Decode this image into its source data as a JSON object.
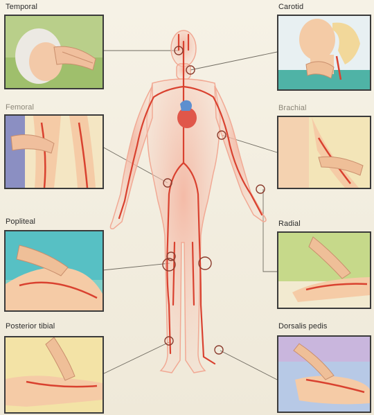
{
  "pulse_points": {
    "temporal": "Temporal",
    "carotid": "Carotid",
    "femoral": "Femoral",
    "brachial": "Brachial",
    "popliteal": "Popliteal",
    "radial": "Radial",
    "posterior_tibial": "Posterior tibial",
    "dorsalis_pedis": "Dorsalis pedis"
  },
  "colors": {
    "artery": "#d9412f",
    "body": "#f2b9a6",
    "heart": "#e0574a",
    "panel_border": "#3a3a3a"
  }
}
